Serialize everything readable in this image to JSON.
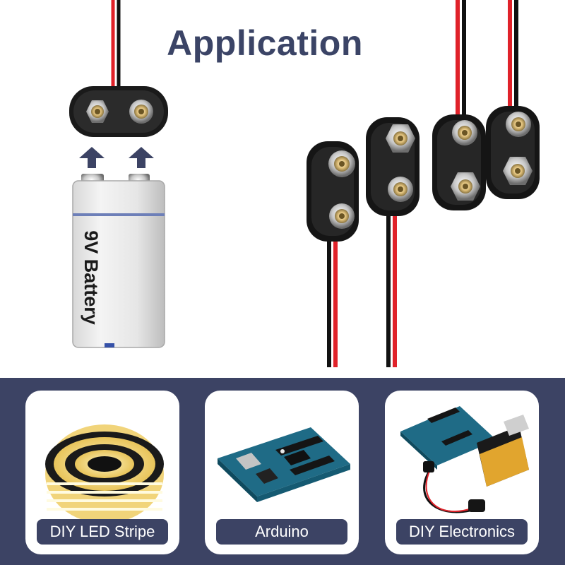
{
  "title": "Application",
  "battery": {
    "label": "9V Battery"
  },
  "applications": [
    {
      "label": "DIY LED Stripe",
      "icon": "led-strip-reel"
    },
    {
      "label": "Arduino",
      "icon": "arduino-board"
    },
    {
      "label": "DIY Electronics",
      "icon": "arduino-with-9v-battery"
    }
  ],
  "colors": {
    "accent": "#3c4364",
    "wire_red": "#e0222a",
    "wire_black": "#111111"
  }
}
